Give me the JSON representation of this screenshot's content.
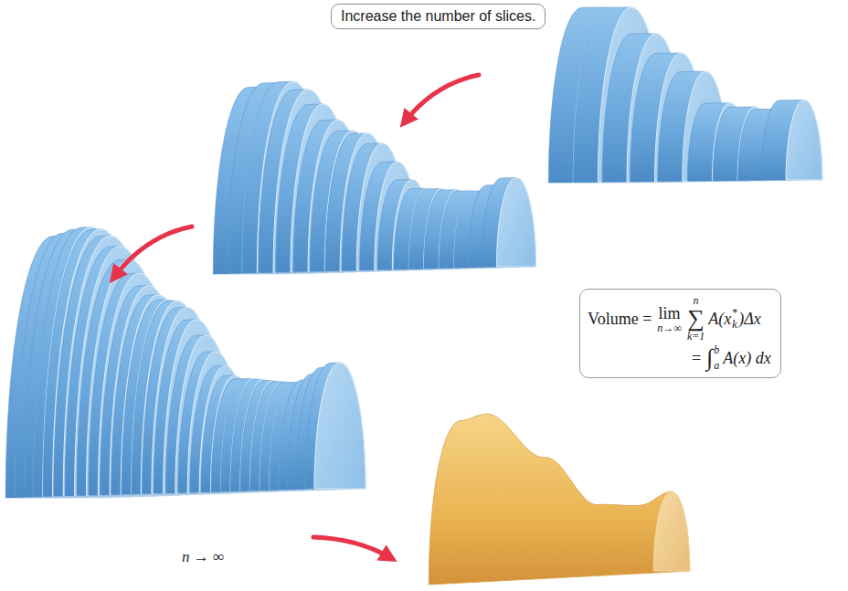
{
  "diagram": {
    "nodes": [
      {
        "text": [
          "Increase the number of slices."
        ]
      },
      {
        "text": [
          "Volume =",
          "lim",
          "n→∞",
          "n",
          "∑",
          "k=1",
          "A(x",
          "k",
          "*",
          ")Δx",
          "=",
          "∫",
          "a",
          "b",
          "A(x) dx"
        ]
      }
    ],
    "labels": [
      "n → ∞"
    ]
  }
}
